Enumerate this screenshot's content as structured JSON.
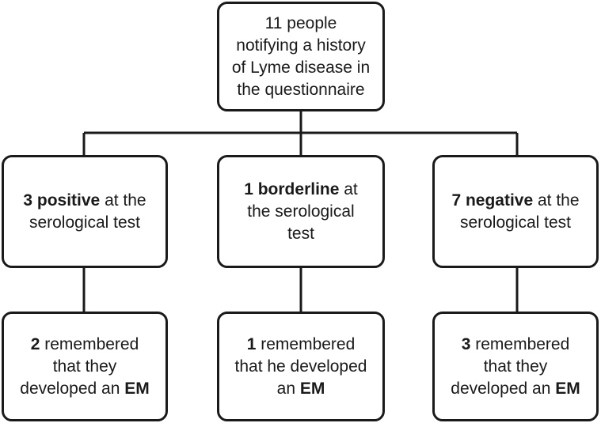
{
  "root": {
    "lines": [
      "11 people",
      "notifying a history",
      "of Lyme disease in",
      "the questionnaire"
    ]
  },
  "level1": [
    {
      "lines": [
        [
          "3 positive",
          " at the"
        ],
        [
          "",
          "serological test"
        ]
      ]
    },
    {
      "lines": [
        [
          "1 borderline",
          " at"
        ],
        [
          "",
          "the serological"
        ],
        [
          "",
          "test"
        ]
      ]
    },
    {
      "lines": [
        [
          "7 negative",
          " at the"
        ],
        [
          "",
          "serological test"
        ]
      ]
    }
  ],
  "level2": [
    {
      "lines": [
        [
          "2",
          " remembered"
        ],
        [
          "",
          "that they"
        ],
        [
          "",
          "developed an "
        ],
        [
          "EM",
          ""
        ]
      ]
    },
    {
      "lines": [
        [
          "1",
          " remembered"
        ],
        [
          "",
          "that he developed"
        ],
        [
          "",
          "an "
        ],
        [
          "EM",
          ""
        ]
      ]
    },
    {
      "lines": [
        [
          "3",
          " remembered"
        ],
        [
          "",
          "that they"
        ],
        [
          "",
          "developed an "
        ],
        [
          "EM",
          ""
        ]
      ]
    }
  ]
}
